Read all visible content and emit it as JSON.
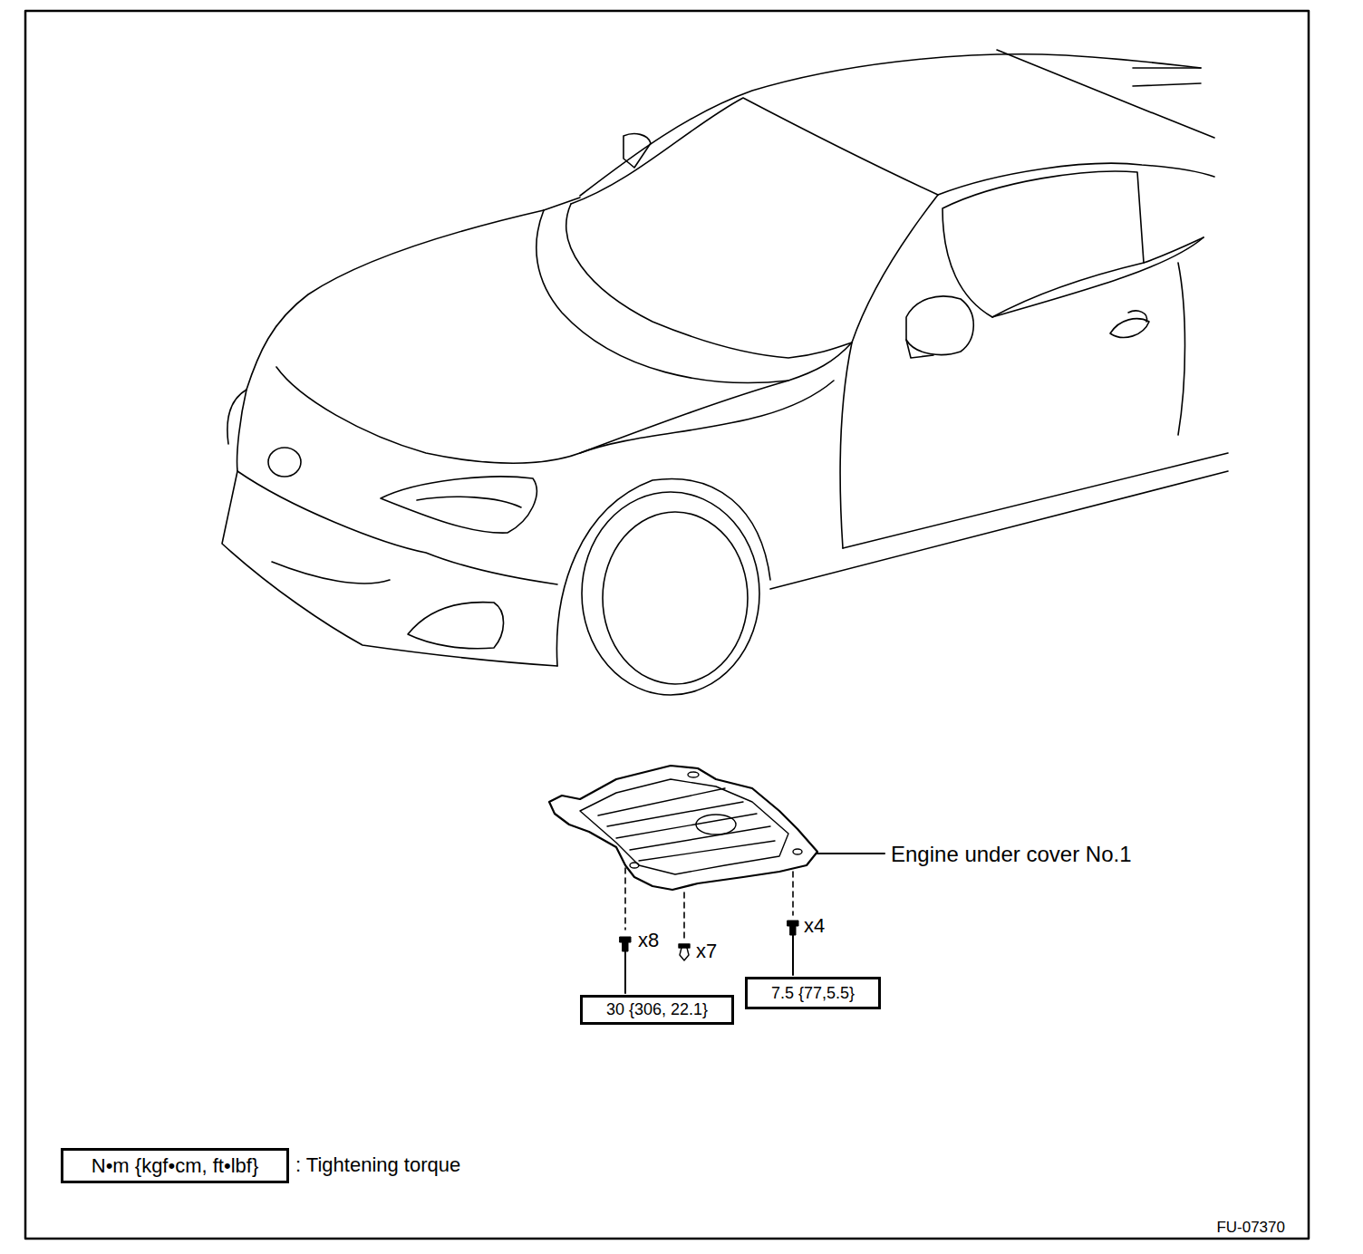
{
  "diagram": {
    "nodes": [
      {
        "text": [
          "30 {306, 22.1}"
        ]
      },
      {
        "text": [
          "7.5 {77,5.5}"
        ]
      },
      {
        "text": [
          "N•m {kgf•cm, ft•lbf}"
        ]
      }
    ],
    "labels": [
      "Engine under cover No.1",
      "x8",
      "x7",
      "x4",
      ": Tightening torque",
      "FU-07370"
    ]
  }
}
